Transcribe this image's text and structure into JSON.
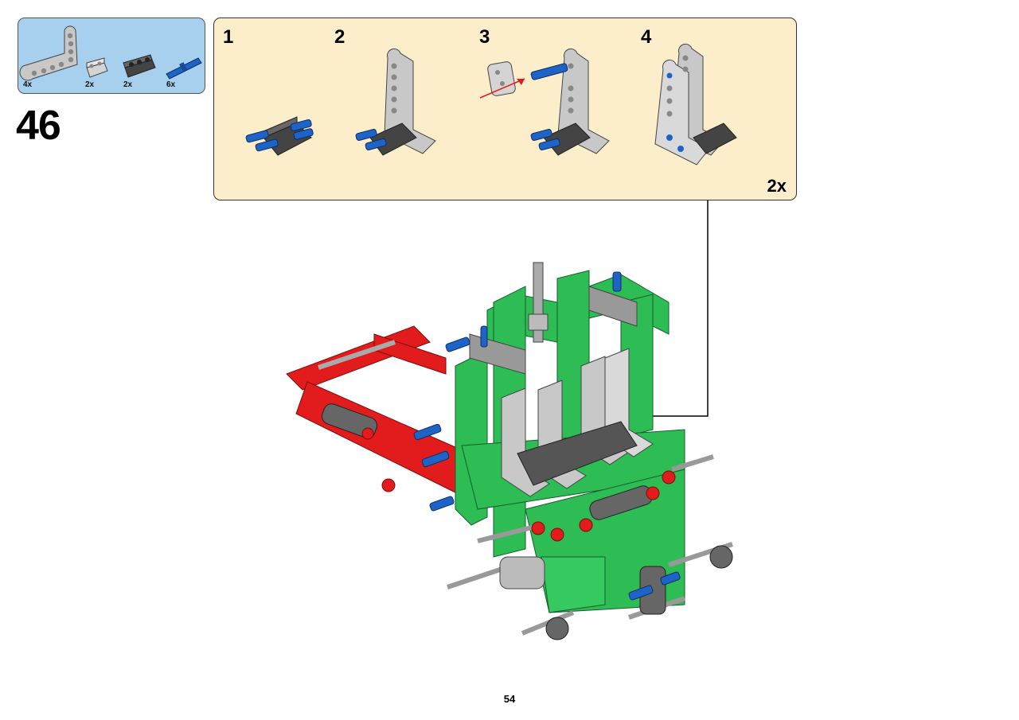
{
  "parts_list": {
    "items": [
      {
        "icon": "l-beam-light-gray-icon",
        "quantity": "4x"
      },
      {
        "icon": "thick-beam-light-gray-icon",
        "quantity": "2x"
      },
      {
        "icon": "thick-beam-dark-gray-icon",
        "quantity": "2x"
      },
      {
        "icon": "blue-axle-pin-icon",
        "quantity": "6x"
      }
    ]
  },
  "step": {
    "number": "46"
  },
  "sub_assembly": {
    "steps": [
      {
        "number": "1"
      },
      {
        "number": "2"
      },
      {
        "number": "3"
      },
      {
        "number": "4"
      }
    ],
    "multiplier": "2x"
  },
  "colors": {
    "parts_box_bg": "#a6d0ee",
    "sub_box_bg": "#fdeecb",
    "green": "#2ebc55",
    "red": "#e21c1c",
    "blue": "#1e63c6",
    "light_gray": "#c8c8c8",
    "dark_gray": "#555555"
  },
  "page": {
    "number": "54"
  }
}
